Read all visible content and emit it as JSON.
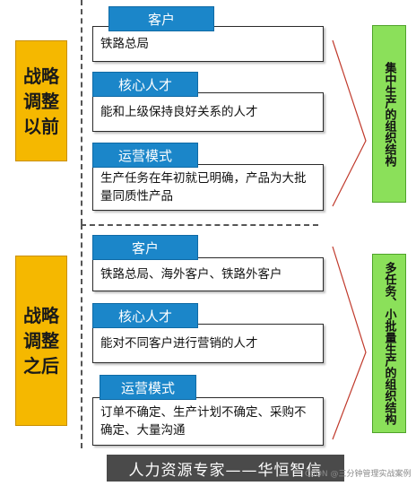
{
  "before": {
    "stage_label": "战略调整以前",
    "items": [
      {
        "header": "客户",
        "text": "铁路总局"
      },
      {
        "header": "核心人才",
        "text": "能和上级保持良好关系的人才"
      },
      {
        "header": "运营模式",
        "text": "生产任务在年初就已明确，产品为大批量同质性产品"
      }
    ],
    "result": "集中生产的组织结构"
  },
  "after": {
    "stage_label": "战略调整之后",
    "items": [
      {
        "header": "客户",
        "text": "铁路总局、海外客户、铁路外客户"
      },
      {
        "header": "核心人才",
        "text": "能对不同客户进行营销的人才"
      },
      {
        "header": "运营模式",
        "text": "订单不确定、生产计划不确定、采购不确定、大量沟通"
      }
    ],
    "result": "多任务、小批量生产的组织结构"
  },
  "footer": "人力资源专家——华恒智信",
  "watermark": "CSDN @三分钟管理实战案例",
  "colors": {
    "stage": "#f5b800",
    "header": "#1b86c9",
    "result": "#8be05a",
    "arrow": "#c0392b"
  }
}
